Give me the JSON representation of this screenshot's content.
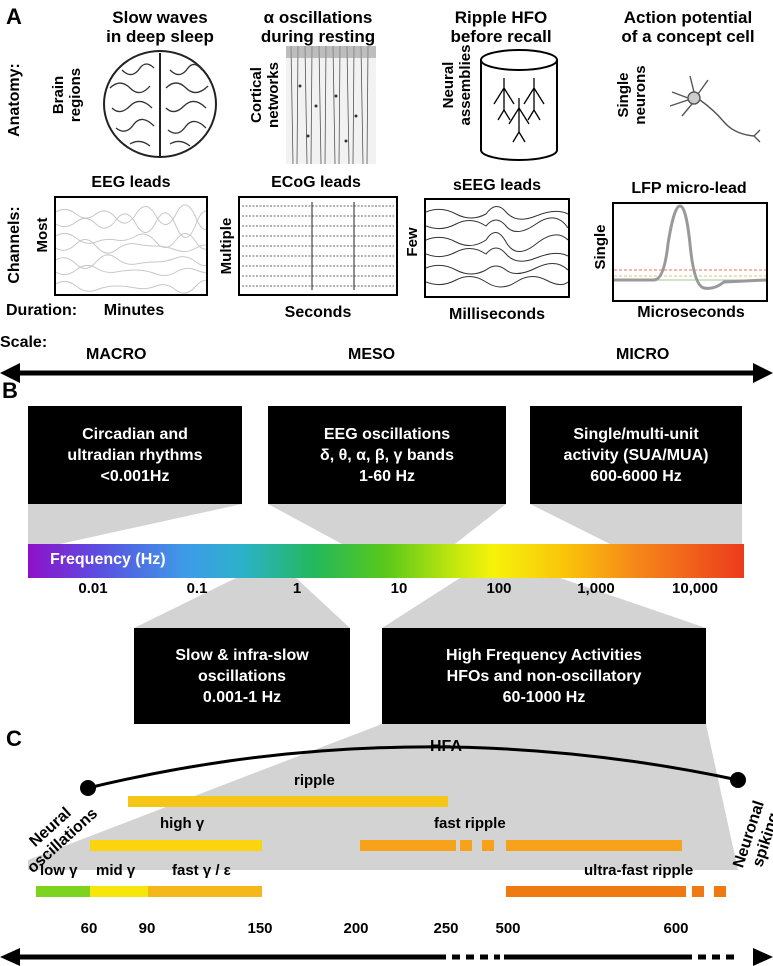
{
  "panel_a": {
    "letter": "A",
    "columns": [
      {
        "title": "Slow waves\nin deep sleep",
        "anatomy": "Brain\nregions",
        "channel_title": "EEG leads",
        "channel_count": "Most",
        "duration": "Minutes"
      },
      {
        "title": "α oscillations\nduring resting",
        "anatomy": "Cortical\nnetworks",
        "channel_title": "ECoG leads",
        "channel_count": "Multiple",
        "duration": "Seconds"
      },
      {
        "title": "Ripple HFO\nbefore recall",
        "anatomy": "Neural\nassemblies",
        "channel_title": "sEEG leads",
        "channel_count": "Few",
        "duration": "Milliseconds"
      },
      {
        "title": "Action potential\nof a concept cell",
        "anatomy": "Single\nneurons",
        "channel_title": "LFP micro-lead",
        "channel_count": "Single",
        "duration": "Microseconds"
      }
    ],
    "row_labels": {
      "anatomy": "Anatomy:",
      "channels": "Channels:",
      "duration": "Duration:",
      "scale": "Scale:"
    },
    "scale_words": [
      "MACRO",
      "MESO",
      "MICRO"
    ]
  },
  "panel_b": {
    "letter": "B",
    "top_boxes": [
      {
        "text": "Circadian and\nultradian rhythms\n<0.001Hz"
      },
      {
        "text": "EEG oscillations\nδ, θ, α, β, γ bands\n1-60 Hz"
      },
      {
        "text": "Single/multi-unit\nactivity (SUA/MUA)\n600-6000 Hz"
      }
    ],
    "bottom_boxes": [
      {
        "text": "Slow & infra-slow\noscillations\n0.001-1 Hz"
      },
      {
        "text": "High Frequency Activities\nHFOs and non-oscillatory\n60-1000 Hz"
      }
    ],
    "spectrum_label": "Frequency (Hz)",
    "ticks": [
      "0.01",
      "0.1",
      "1",
      "10",
      "100",
      "1,000",
      "10,000"
    ]
  },
  "panel_c": {
    "letter": "C",
    "hfa_label": "HFA",
    "left_end": "Neural\noscillations",
    "right_end": "Neuronal\nspiking",
    "bands": [
      {
        "name": "ripple",
        "color": "#f5c518"
      },
      {
        "name": "high γ",
        "color": "#f9d40f"
      },
      {
        "name": "fast ripple",
        "color": "#f7a21a"
      },
      {
        "name": "low γ",
        "color": "#7ed321"
      },
      {
        "name": "mid γ",
        "color": "#f5e60c"
      },
      {
        "name": "fast γ / ε",
        "color": "#f5b81a"
      },
      {
        "name": "ultra-fast ripple",
        "color": "#f07a12"
      }
    ],
    "ticks": [
      "60",
      "90",
      "150",
      "200",
      "250",
      "500",
      "600"
    ]
  }
}
